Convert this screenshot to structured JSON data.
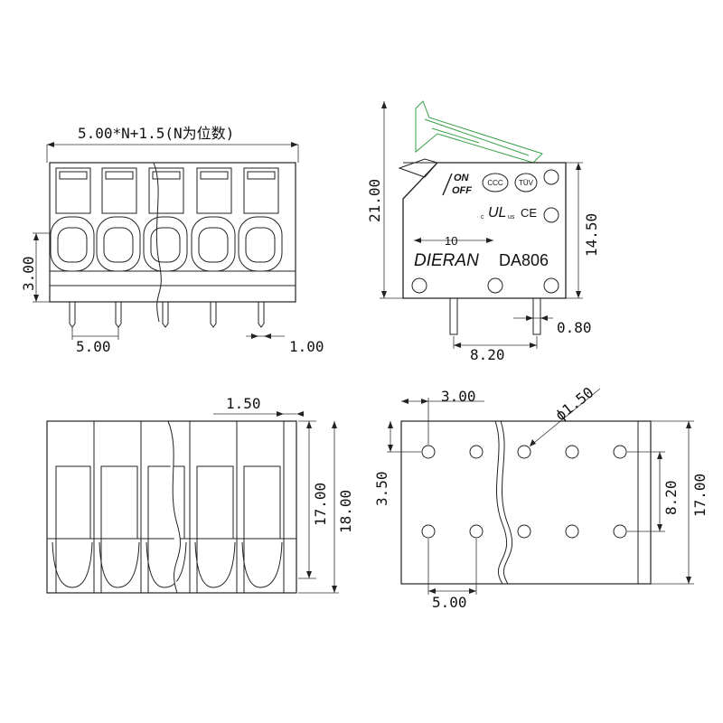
{
  "dimensions": {
    "front_total": "5.00*N+1.5(N为位数)",
    "front_height": "3.00",
    "front_pitch": "5.00",
    "front_pin": "1.00",
    "side_height": "21.00",
    "side_body": "14.50",
    "side_pin_width": "0.80",
    "side_pin_spacing": "8.20",
    "top_margin": "1.50",
    "top_depth": "17.00",
    "top_total": "18.00",
    "pcb_x": "3.00",
    "pcb_hole": "ϕ1.50",
    "pcb_y": "3.50",
    "pcb_row_spacing": "8.20",
    "pcb_depth": "17.00",
    "pcb_pitch": "5.00"
  },
  "side_label": {
    "on": "ON",
    "off": "OFF",
    "ccc": "CCC",
    "tuv": "TÜV",
    "ul": "UL",
    "us": "us",
    "c": "c",
    "ce": "CE",
    "width_mark": "10",
    "brand": "DIERAN",
    "model": "DA806"
  },
  "colors": {
    "line": "#222222",
    "green_lever": "#3aa04a"
  }
}
